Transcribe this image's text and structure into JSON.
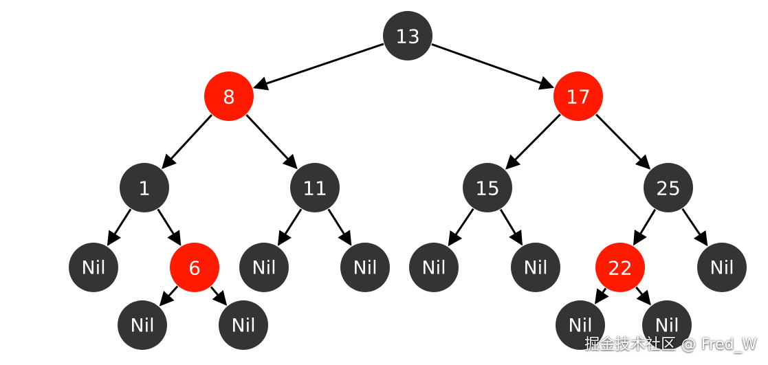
{
  "colors": {
    "black_node": "#343434",
    "red_node": "#ff1a00",
    "edge": "#000000",
    "label": "#ffffff"
  },
  "tree": {
    "nodes": [
      {
        "id": "n13",
        "label": "13",
        "color": "black"
      },
      {
        "id": "n8",
        "label": "8",
        "color": "red"
      },
      {
        "id": "n17",
        "label": "17",
        "color": "red"
      },
      {
        "id": "n1",
        "label": "1",
        "color": "black"
      },
      {
        "id": "n11",
        "label": "11",
        "color": "black"
      },
      {
        "id": "n15",
        "label": "15",
        "color": "black"
      },
      {
        "id": "n25",
        "label": "25",
        "color": "black"
      },
      {
        "id": "nil1",
        "label": "Nil",
        "color": "black"
      },
      {
        "id": "n6",
        "label": "6",
        "color": "red"
      },
      {
        "id": "nil2",
        "label": "Nil",
        "color": "black"
      },
      {
        "id": "nil3",
        "label": "Nil",
        "color": "black"
      },
      {
        "id": "nil4",
        "label": "Nil",
        "color": "black"
      },
      {
        "id": "nil5",
        "label": "Nil",
        "color": "black"
      },
      {
        "id": "n22",
        "label": "22",
        "color": "red"
      },
      {
        "id": "nil6",
        "label": "Nil",
        "color": "black"
      },
      {
        "id": "nil7",
        "label": "Nil",
        "color": "black"
      },
      {
        "id": "nil8",
        "label": "Nil",
        "color": "black"
      },
      {
        "id": "nil9",
        "label": "Nil",
        "color": "black"
      },
      {
        "id": "nil10",
        "label": "Nil",
        "color": "black"
      }
    ],
    "edges": [
      [
        "n13",
        "n8"
      ],
      [
        "n13",
        "n17"
      ],
      [
        "n8",
        "n1"
      ],
      [
        "n8",
        "n11"
      ],
      [
        "n17",
        "n15"
      ],
      [
        "n17",
        "n25"
      ],
      [
        "n1",
        "nil1"
      ],
      [
        "n1",
        "n6"
      ],
      [
        "n11",
        "nil2"
      ],
      [
        "n11",
        "nil3"
      ],
      [
        "n15",
        "nil4"
      ],
      [
        "n15",
        "nil5"
      ],
      [
        "n25",
        "n22"
      ],
      [
        "n25",
        "nil6"
      ],
      [
        "n6",
        "nil7"
      ],
      [
        "n6",
        "nil8"
      ],
      [
        "n22",
        "nil9"
      ],
      [
        "n22",
        "nil10"
      ]
    ]
  },
  "watermark": "掘金技术社区 @ Fred_W"
}
